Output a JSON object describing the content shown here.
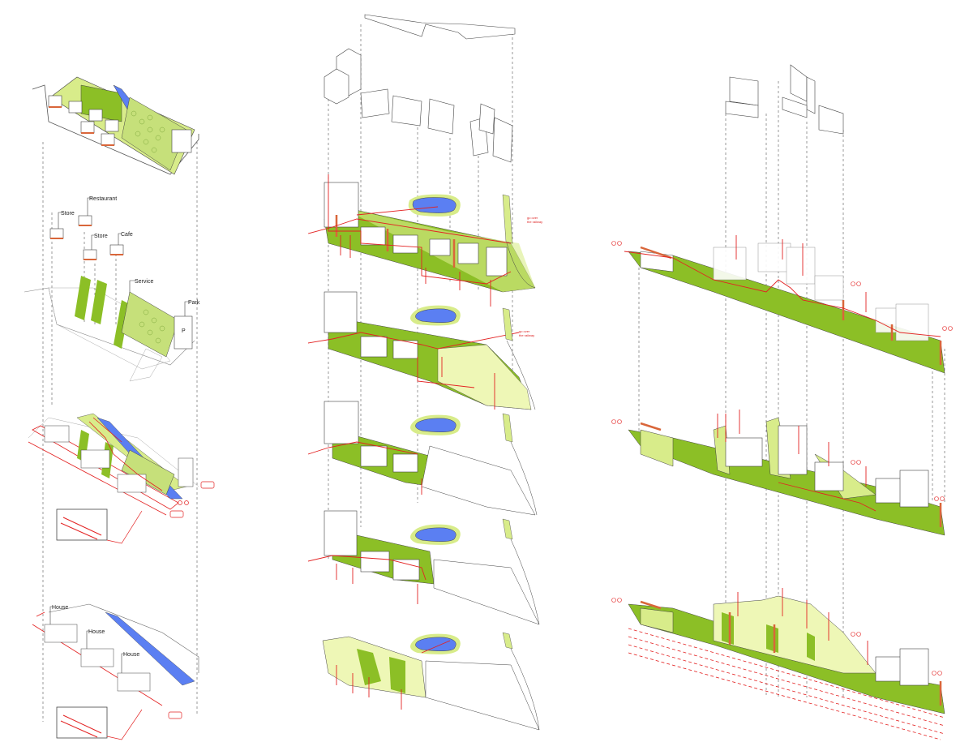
{
  "labels": {
    "restaurant": "Restaurant",
    "store_a": "Store",
    "store_b": "Store",
    "cafe": "Cafe",
    "service": "Service",
    "park": "Park",
    "parking_sign": "P",
    "house_a": "House",
    "house_b": "House",
    "house_c": "House"
  },
  "notes": {
    "railway_note_1a": "go over",
    "railway_note_1b": "the railway",
    "railway_note_2a": "go over",
    "railway_note_2b": "the railway"
  },
  "colors": {
    "green": "#8cbf26",
    "light_green": "#d8ec8a",
    "pale_yellow": "#eef7b6",
    "blue": "#5b7ff2",
    "red": "#e32222",
    "orange": "#d9663a",
    "line": "#444444"
  }
}
